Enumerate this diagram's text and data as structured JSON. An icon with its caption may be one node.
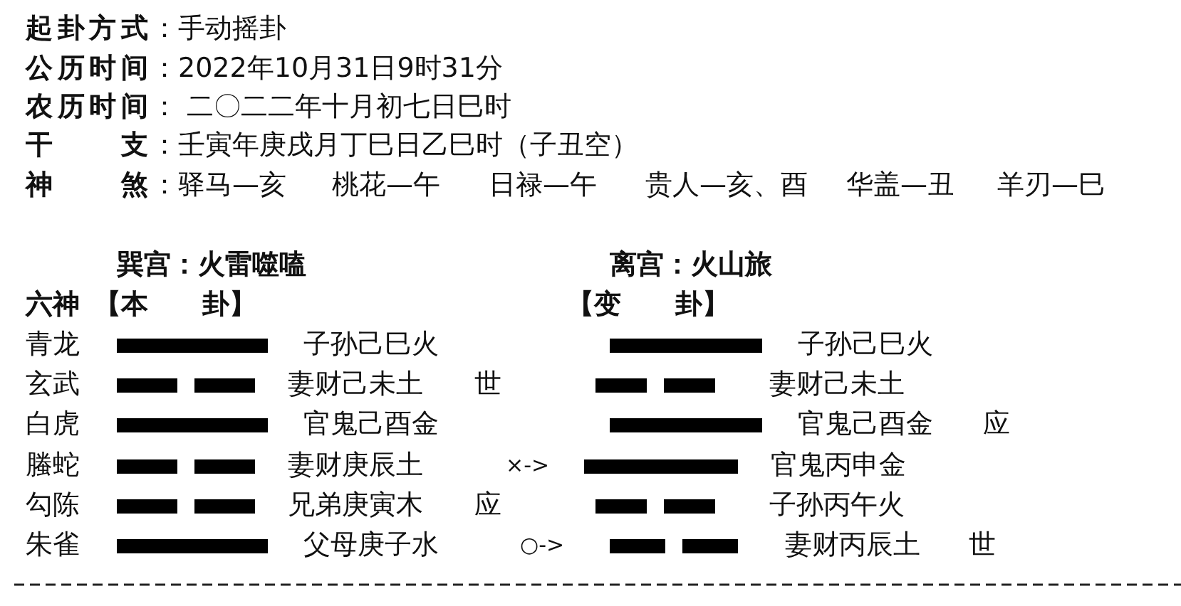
{
  "diagram": {
    "labels": [
      "起卦方式",
      "：手动摇卦",
      "公历时间",
      "：2022年10月31日9时31分",
      "农历时间",
      "： 二〇二二年十月初七日巳时",
      "干支",
      "：壬寅年庚戌月丁巳日乙巳时（子丑空）",
      "神煞",
      "：驿马—亥",
      "桃花—午",
      "日禄—午",
      "贵人—亥、酉",
      "华盖—丑",
      "羊刃—巳",
      "巽宫：火雷噬嗑",
      "离宫：火山旅",
      "六神",
      "【本　　卦】",
      "【变　　卦】",
      "青龙",
      "子孙己巳火",
      "子孙己巳火",
      "玄武",
      "妻财己未土",
      "世",
      "妻财己未土",
      "白虎",
      "官鬼己酉金",
      "官鬼己酉金",
      "应",
      "螣蛇",
      "妻财庚辰土",
      "×->",
      "官鬼丙申金",
      "勾陈",
      "兄弟庚寅木",
      "应",
      "子孙丙午火",
      "朱雀",
      "父母庚子水",
      "○->",
      "妻财丙辰土",
      "世"
    ]
  }
}
